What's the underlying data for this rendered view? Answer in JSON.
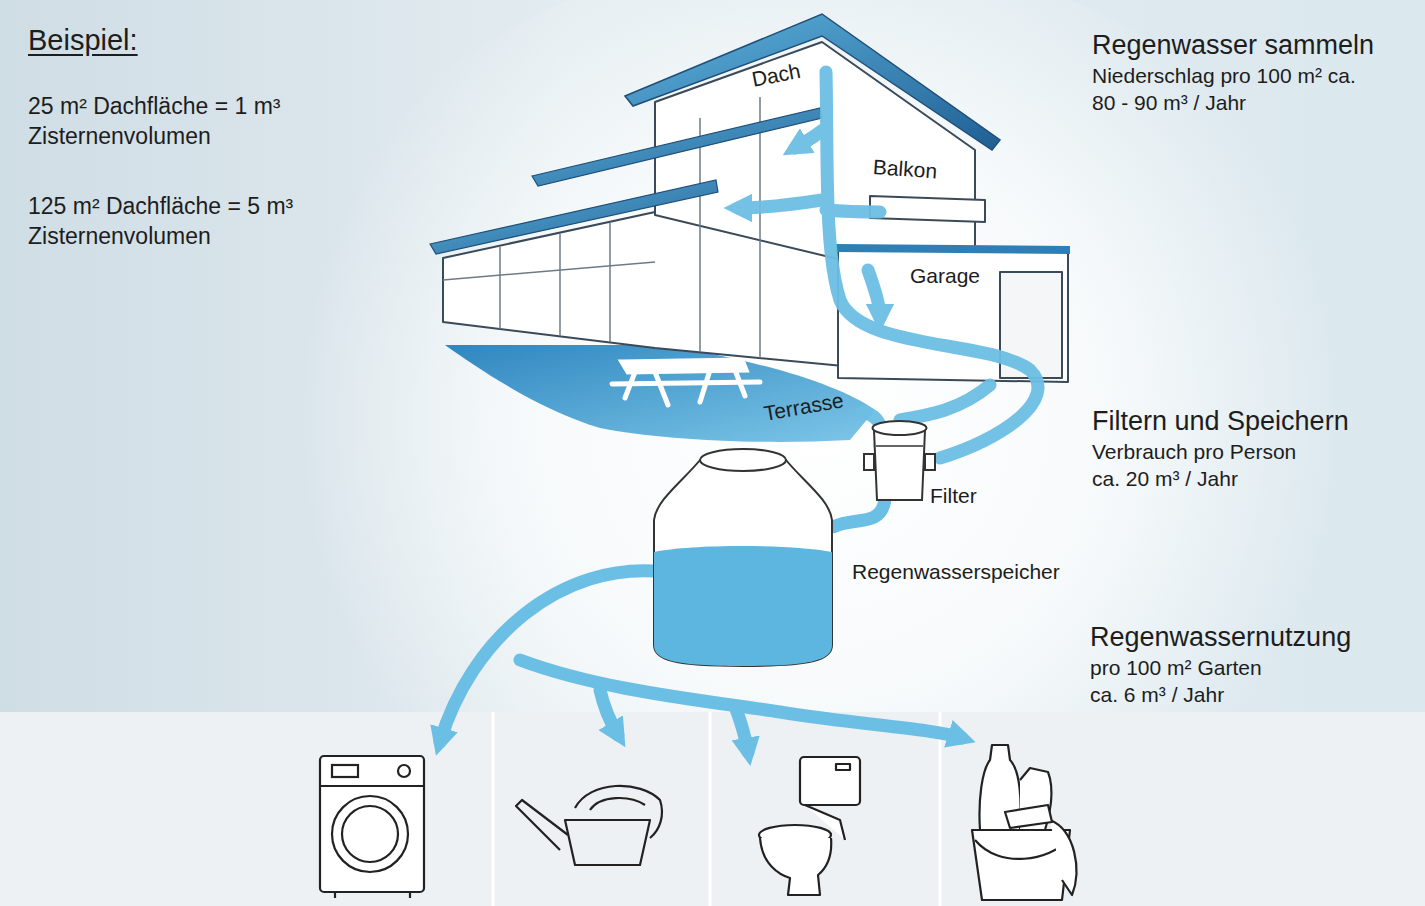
{
  "diagram": {
    "nodes": [
      {
        "text": [
          "Filter"
        ]
      },
      {
        "text": [
          "Regenwasserspeicher"
        ]
      }
    ],
    "edges": [
      {
        "from": 0,
        "to": 1,
        "arrow": "none"
      }
    ],
    "labels": [
      "Beispiel:",
      "25 m² Dachfläche = 1 m³ Zisternenvolumen",
      "125 m² Dachfläche = 5 m³ Zisternenvolumen",
      "Dach",
      "Balkon",
      "Garage",
      "Terrasse",
      "Regenwasser sammeln",
      "Niederschlag pro 100 m² ca. 80 - 90 m³ / Jahr",
      "Filtern und Speichern",
      "Verbrauch pro Person ca. 20 m³ / Jahr",
      "Regenwassernutzung",
      "pro 100 m² Garten ca. 6 m³ / Jahr"
    ]
  }
}
